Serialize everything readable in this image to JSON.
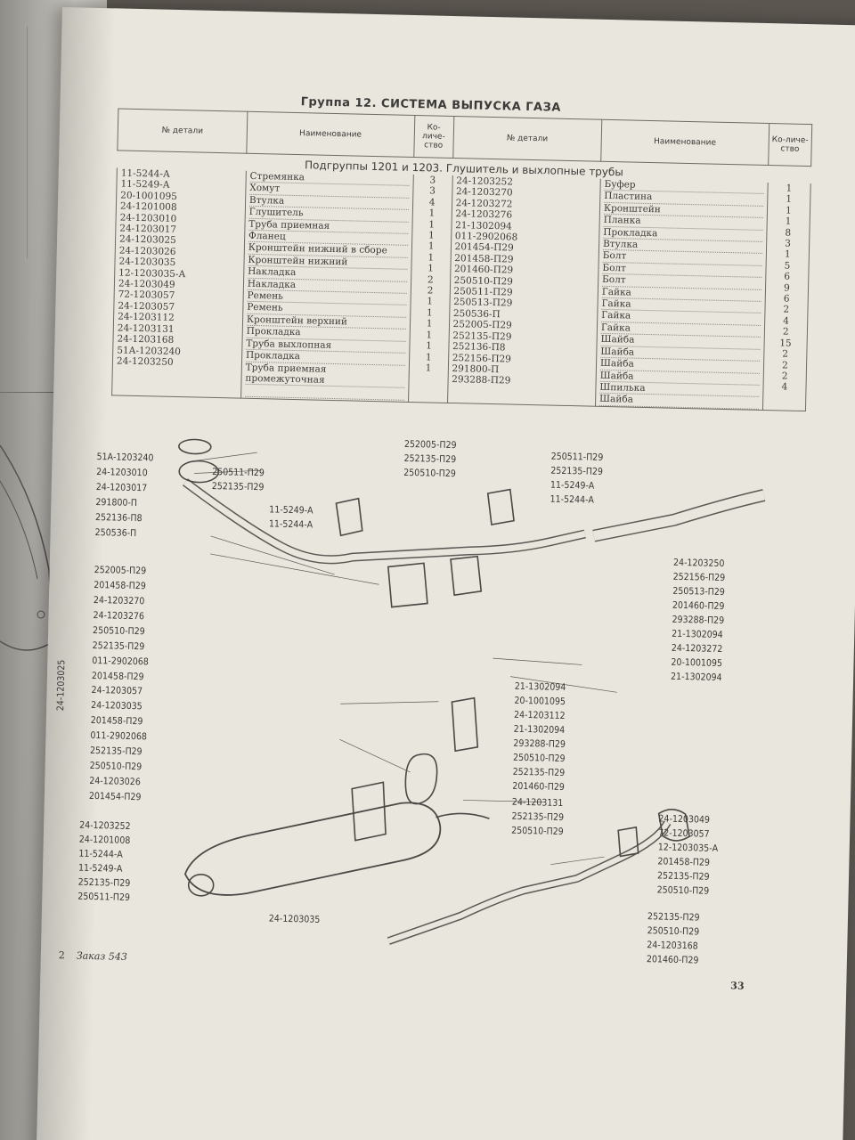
{
  "header": {
    "title": "Группа 12. СИСТЕМА ВЫПУСКА ГАЗА"
  },
  "table": {
    "columns": [
      "№ детали",
      "Наименование",
      "Ко-личе-ство",
      "№ детали",
      "Наименование",
      "Ко-личе-ство"
    ],
    "subgroup": "Подгруппы 1201 и 1203. Глушитель и выхлопные трубы",
    "left_rows": [
      {
        "part": "11-5244-А",
        "name": "Стремянка",
        "qty": "3"
      },
      {
        "part": "11-5249-А",
        "name": "Хомут",
        "qty": "3"
      },
      {
        "part": "20-1001095",
        "name": "Втулка",
        "qty": "4"
      },
      {
        "part": "24-1201008",
        "name": "Глушитель",
        "qty": "1"
      },
      {
        "part": "24-1203010",
        "name": "Труба приемная",
        "qty": "1"
      },
      {
        "part": "24-1203017",
        "name": "Фланец",
        "qty": "1"
      },
      {
        "part": "24-1203025",
        "name": "Кронштейн нижний в сборе",
        "qty": "1"
      },
      {
        "part": "24-1203026",
        "name": "Кронштейн нижний",
        "qty": "1"
      },
      {
        "part": "24-1203035",
        "name": "Накладка",
        "qty": "1"
      },
      {
        "part": "12-1203035-А",
        "name": "Накладка",
        "qty": "2"
      },
      {
        "part": "24-1203049",
        "name": "Ремень",
        "qty": "2"
      },
      {
        "part": "72-1203057",
        "name": "Ремень",
        "qty": "1"
      },
      {
        "part": "24-1203057",
        "name": "Кронштейн верхний",
        "qty": "1"
      },
      {
        "part": "24-1203112",
        "name": "Прокладка",
        "qty": "1"
      },
      {
        "part": "24-1203131",
        "name": "Труба выхлопная",
        "qty": "1"
      },
      {
        "part": "24-1203168",
        "name": "Прокладка",
        "qty": "1"
      },
      {
        "part": "51А-1203240",
        "name": "Труба приемная промежуточная",
        "qty": "1"
      },
      {
        "part": "24-1203250",
        "name": "",
        "qty": "1"
      }
    ],
    "right_rows": [
      {
        "part": "24-1203252",
        "name": "Буфер",
        "qty": "1"
      },
      {
        "part": "24-1203270",
        "name": "Пластина",
        "qty": "1"
      },
      {
        "part": "24-1203272",
        "name": "Кронштейн",
        "qty": "1"
      },
      {
        "part": "24-1203276",
        "name": "Планка",
        "qty": "1"
      },
      {
        "part": "21-1302094",
        "name": "Прокладка",
        "qty": "8"
      },
      {
        "part": "011-2902068",
        "name": "Втулка",
        "qty": "3"
      },
      {
        "part": "201454-П29",
        "name": "Болт",
        "qty": "1"
      },
      {
        "part": "201458-П29",
        "name": "Болт",
        "qty": "5"
      },
      {
        "part": "201460-П29",
        "name": "Болт",
        "qty": "6"
      },
      {
        "part": "250510-П29",
        "name": "Гайка",
        "qty": "9"
      },
      {
        "part": "250511-П29",
        "name": "Гайка",
        "qty": "6"
      },
      {
        "part": "250513-П29",
        "name": "Гайка",
        "qty": "2"
      },
      {
        "part": "250536-П",
        "name": "Гайка",
        "qty": "4"
      },
      {
        "part": "252005-П29",
        "name": "Шайба",
        "qty": "2"
      },
      {
        "part": "252135-П29",
        "name": "Шайба",
        "qty": "15"
      },
      {
        "part": "252136-П8",
        "name": "Шайба",
        "qty": "2"
      },
      {
        "part": "252156-П29",
        "name": "Шайба",
        "qty": "2"
      },
      {
        "part": "291800-П",
        "name": "Шпилька",
        "qty": "2"
      },
      {
        "part": "293288-П29",
        "name": "Шайба",
        "qty": "4"
      }
    ]
  },
  "diagram": {
    "labels": [
      "51А-1203240",
      "24-1203010",
      "24-1203017",
      "291800-П",
      "252136-П8",
      "250536-П",
      "250511-П29",
      "252135-П29",
      "11-5249-А",
      "11-5244-А",
      "252005-П29",
      "252135-П29",
      "250510-П29",
      "250511-П29",
      "252135-П29",
      "11-5249-А",
      "11-5244-А",
      "24-1203250",
      "252156-П29",
      "250513-П29",
      "201460-П29",
      "293288-П29",
      "21-1302094",
      "24-1203272",
      "20-1001095",
      "21-1302094",
      "252005-П29",
      "201458-П29",
      "24-1203270",
      "24-1203276",
      "250510-П29",
      "252135-П29",
      "011-2902068",
      "201458-П29",
      "24-1203057",
      "24-1203035",
      "201458-П29",
      "011-2902068",
      "252135-П29",
      "250510-П29",
      "24-1203026",
      "201454-П29",
      "24-1203025",
      "21-1302094",
      "20-1001095",
      "24-1203112",
      "21-1302094",
      "293288-П29",
      "250510-П29",
      "252135-П29",
      "201460-П29",
      "24-1203131",
      "252135-П29",
      "250510-П29",
      "24-1203049",
      "72-1203057",
      "12-1203035-А",
      "201458-П29",
      "252135-П29",
      "250510-П29",
      "24-1203252",
      "24-1201008",
      "11-5244-А",
      "11-5249-А",
      "252135-П29",
      "250511-П29",
      "24-1203035",
      "252135-П29",
      "250510-П29",
      "24-1203168",
      "201460-П29"
    ]
  },
  "footer": {
    "left": "2",
    "order": "Заказ 543",
    "page": "33"
  }
}
